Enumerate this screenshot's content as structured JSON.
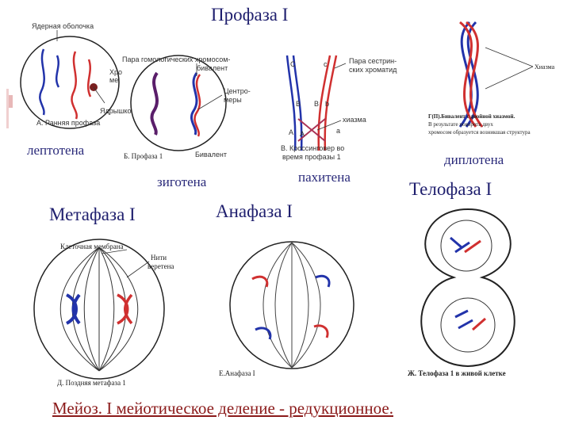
{
  "titles": {
    "prophase": "Профаза I",
    "metaphase": "Метафаза I",
    "anaphase": "Анафаза I",
    "telophase": "Телофаза I"
  },
  "stages": {
    "leptotene": "лептотена",
    "zygotene": "зиготена",
    "pachytene": "пахитена",
    "diplotene": "диплотена"
  },
  "panel_a": {
    "nuclear_envelope": "Ядерная оболочка",
    "chromosomes_1": "Хро",
    "chromosomes_2": "ме",
    "nucleolus": "Ядрышко",
    "caption": "А. Ранняя профаза"
  },
  "panel_b": {
    "homolog_pair_1": "Пара гомологических хромосом-",
    "homolog_pair_2": "бивалент",
    "centromeres_1": "Центро-",
    "centromeres_2": "меры",
    "bivalent": "Бивалент",
    "caption": "Б. Профаза 1"
  },
  "panel_c": {
    "sister_chromatids_1": "Пара сестрин-",
    "sister_chromatids_2": "ских хроматид",
    "chiasma": "хиазма",
    "caption_1": "В. Кроссинговер во",
    "caption_2": "время профазы 1",
    "letters": [
      "C",
      "c",
      "B",
      "B",
      "b",
      "A",
      "A",
      "a"
    ]
  },
  "panel_d": {
    "chiasma": "Хиазма",
    "caption_1": "Г(П).Бивалент с двойной хиазмой.",
    "caption_2": "В результате поворота двух",
    "caption_3": "хромосом образуется возникшая структура"
  },
  "panel_metaphase": {
    "cell_membrane": "Клеточная мембрана",
    "spindle_1": "Нити",
    "spindle_2": "веретена",
    "caption": "Д. Поздняя метафаза 1"
  },
  "panel_anaphase": {
    "caption": "Е.Анафаза I"
  },
  "panel_telophase": {
    "caption": "Ж. Телофаза 1 в живой клетке"
  },
  "footer": "Мейоз. I мейотическое деление - редукционное.",
  "colors": {
    "title": "#1f1f6e",
    "footer": "#8b1a1a",
    "chrom_blue": "#2233aa",
    "chrom_red": "#d03030"
  }
}
